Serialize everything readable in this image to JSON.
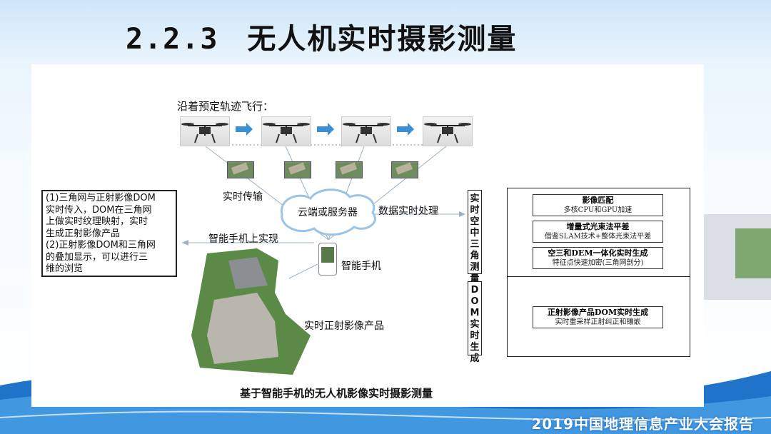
{
  "slide": {
    "section_number": "2.2.3",
    "title": "无人机实时摄影测量",
    "footer": "2019中国地理信息产业大会报告"
  },
  "diagram": {
    "flight_label": "沿着预定轨迹飞行：",
    "realtime_transfer": "实时传输",
    "cloud_label": "云端或服务器",
    "data_processing": "数据实时处理",
    "phone_display": "智能手机上实现",
    "phone_label": "智能手机",
    "ortho_product": "实时正射影像产品",
    "left_box": [
      "(1)三角网与正射影像DOM",
      "实时传入，DOM在三角网",
      "上做实时纹理映射，实时",
      "生成正射影像产品",
      "(2)正射影像DOM和三角网",
      "的叠加显示，可以进行三",
      "维的浏览"
    ],
    "vertical_label_1": "实时空中三角测量",
    "vertical_label_2": "DOM实时生成",
    "steps": [
      {
        "title": "影像匹配",
        "subtitle": "多核CPU和GPU加速"
      },
      {
        "title": "增量式光束法平差",
        "subtitle": "借鉴SLAM技术+整体光束法平差"
      },
      {
        "title": "空三和DEM一体化实时生成",
        "subtitle": "特征点快速加密(三角网剖分)"
      },
      {
        "title": "正射影像产品DOM实时生成",
        "subtitle": "实时重采样正射纠正和镶嵌"
      }
    ],
    "caption": "基于智能手机的无人机影像实时摄影测量"
  },
  "colors": {
    "arrow_blue": "#3b8fd6",
    "footer_blue": "#1a63b6"
  }
}
